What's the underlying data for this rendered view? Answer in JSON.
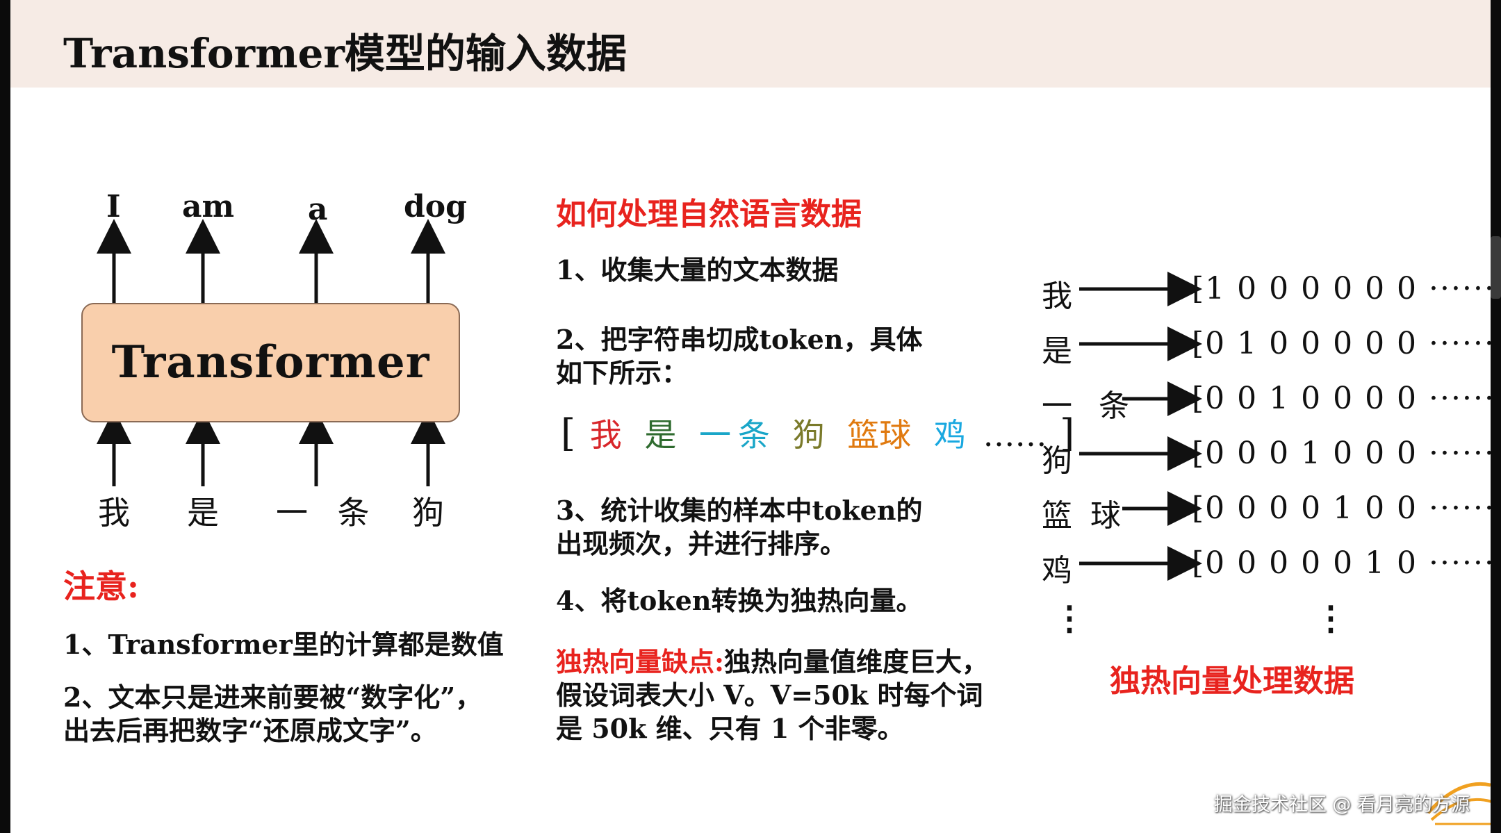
{
  "title": "Transformer模型的输入数据",
  "diagram": {
    "box_label": "Transformer",
    "outputs": [
      "I",
      "am",
      "a",
      "dog"
    ],
    "inputs": [
      "我",
      "是",
      "一 条",
      "狗"
    ]
  },
  "note": {
    "heading": "注意:",
    "line1": "1、Transformer里的计算都是数值",
    "line2a": "2、文本只是进来前要被“数字化”，",
    "line2b": "出去后再把数字“还原成文字”。"
  },
  "middle": {
    "heading": "如何处理自然语言数据",
    "step1": "1、收集大量的文本数据",
    "step2a": "2、把字符串切成token，具体",
    "step2b": "如下所示：",
    "tokens": {
      "open": "[",
      "items": [
        {
          "text": "我",
          "color": "#d8262a"
        },
        {
          "text": "是",
          "color": "#2f6b2f"
        },
        {
          "text": "一条",
          "color": "#1aa6c8"
        },
        {
          "text": "狗",
          "color": "#7a7a2a"
        },
        {
          "text": "篮球",
          "color": "#e07a10"
        },
        {
          "text": "鸡",
          "color": "#19a8e0"
        }
      ],
      "ellipsis": "……",
      "close": "]"
    },
    "step3a": "3、统计收集的样本中token的",
    "step3b": "出现频次，并进行排序。",
    "step4": "4、将token转换为独热向量。",
    "drawback_label": "独热向量缺点:",
    "drawback_text": "独热向量值维度巨大，",
    "drawback_line2": "假设词表大小 V。V=50k 时每个词",
    "drawback_line3": "是 50k 维、只有 1 个非零。"
  },
  "onehot": {
    "rows": [
      {
        "label": "我",
        "vector": "[1 0 0 0 0 0 0 ······]"
      },
      {
        "label": "是",
        "vector": "[0 1 0 0 0 0 0 ······]"
      },
      {
        "label": "一 条",
        "vector": "[0 0 1 0 0 0 0 ······]"
      },
      {
        "label": "狗",
        "vector": "[0 0 0 1 0 0 0 ······]"
      },
      {
        "label": "篮 球",
        "vector": "[0 0 0 0 1 0 0 ······]"
      },
      {
        "label": "鸡",
        "vector": "[0 0 0 0 0 1 0 ······]"
      }
    ],
    "dots_left": "⋮",
    "dots_right": "⋮",
    "caption": "独热向量处理数据"
  },
  "watermark": "掘金技术社区 @ 看月亮的方源"
}
